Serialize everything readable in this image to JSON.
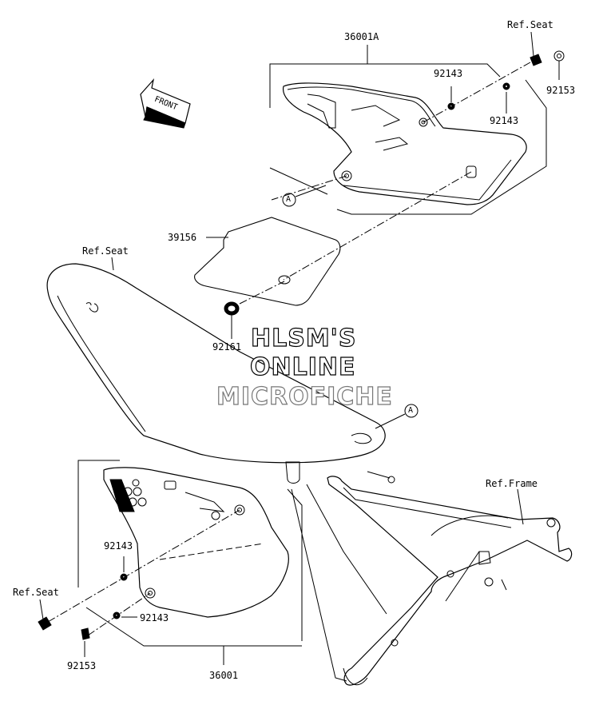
{
  "labels": {
    "p36001A": "36001A",
    "refSeatTop": "Ref.Seat",
    "p92143a": "92143",
    "p92153a": "92153",
    "p92143b": "92143",
    "p39156": "39156",
    "refSeatMid": "Ref.Seat",
    "p92161": "92161",
    "refFrame": "Ref.Frame",
    "p92143c": "92143",
    "refSeatLeft": "Ref.Seat",
    "p92143d": "92143",
    "p92153b": "92153",
    "p36001": "36001",
    "calloutA1": "A",
    "calloutA2": "A",
    "front": "FRONT"
  },
  "watermark": {
    "line1": "HLSM'S",
    "line2": "ONLINE",
    "line3": "MICROFICHE"
  }
}
